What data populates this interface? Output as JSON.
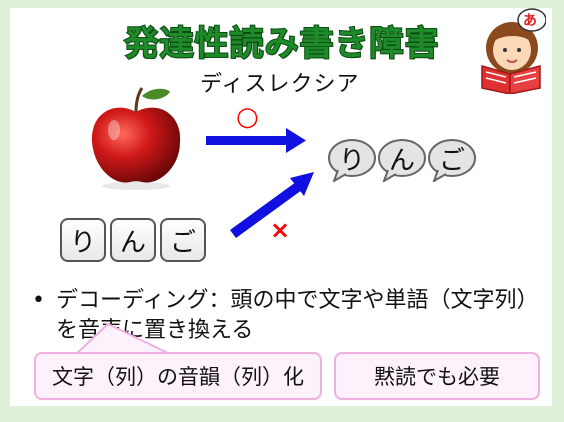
{
  "slide": {
    "title": "発達性読み書き障害",
    "subtitle": "ディスレクシア",
    "mark_correct": "○",
    "mark_wrong": "×",
    "speech_bubbles": [
      "り",
      "ん",
      "ご"
    ],
    "letter_tiles": [
      "り",
      "ん",
      "ご"
    ],
    "bullet_marker": "•",
    "bullet_text": "デコーディング：頭の中で文字や単語（文字列）を音声に置き換える",
    "box_left": "文字（列）の音韻（列）化",
    "box_right": "黙読でも必要",
    "girl_badge": "あ"
  },
  "colors": {
    "frame": "#dff0d8",
    "title_fill": "#1f8a2a",
    "title_stroke": "#0b4d12",
    "arrow": "#1010e0",
    "mark": "#ff0000",
    "pink_border": "#f0b0e0"
  },
  "icons": {
    "apple": "apple-icon",
    "girl": "reading-girl-icon"
  }
}
